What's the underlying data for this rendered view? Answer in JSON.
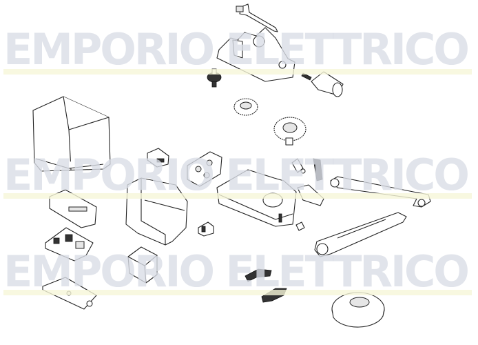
{
  "watermark": {
    "line1": "EMPORIO ELETTRICO",
    "line2": "EMPORIO ELETTRICO",
    "line3": "EMPORIO ELETTRICO"
  }
}
